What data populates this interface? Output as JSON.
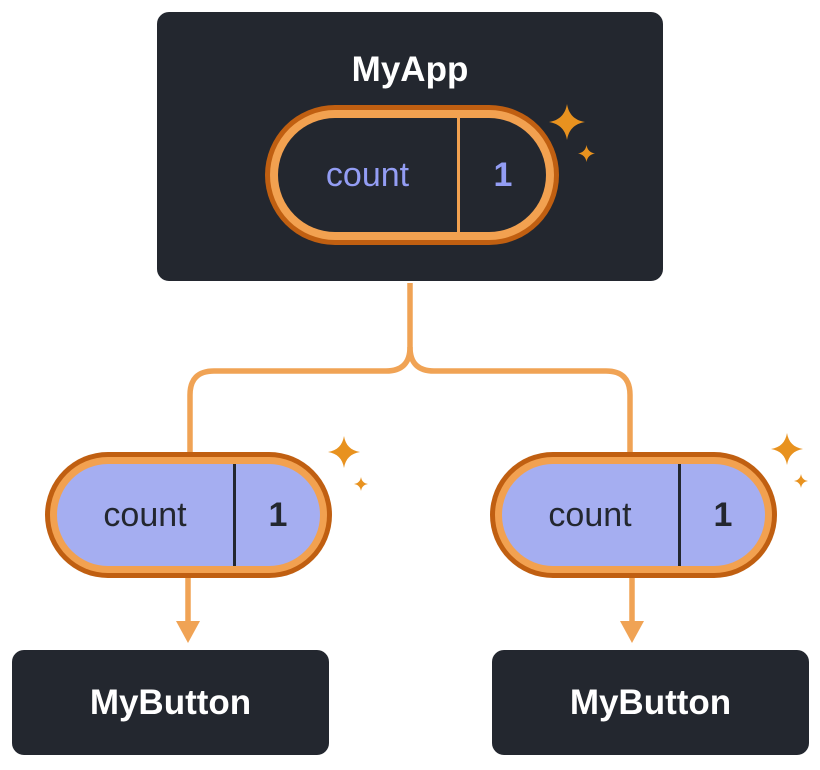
{
  "colors": {
    "background": "#FFFFFF",
    "box_bg": "#23272F",
    "box_border": "#FFFFFF",
    "box_text": "#FFFFFF",
    "pill_outer": "#C05F11",
    "pill_ring": "#F2A150",
    "pill_dark_bg": "#23272F",
    "pill_light_bg": "#A5AEF1",
    "lavender_text": "#939DF4",
    "dark_text": "#23272F",
    "connector": "#F0A355",
    "sparkle": "#E8921F"
  },
  "root_component": {
    "title": "MyApp",
    "state": {
      "name": "count",
      "value": "1"
    }
  },
  "children": [
    {
      "title": "MyButton",
      "prop": {
        "name": "count",
        "value": "1"
      }
    },
    {
      "title": "MyButton",
      "prop": {
        "name": "count",
        "value": "1"
      }
    }
  ]
}
